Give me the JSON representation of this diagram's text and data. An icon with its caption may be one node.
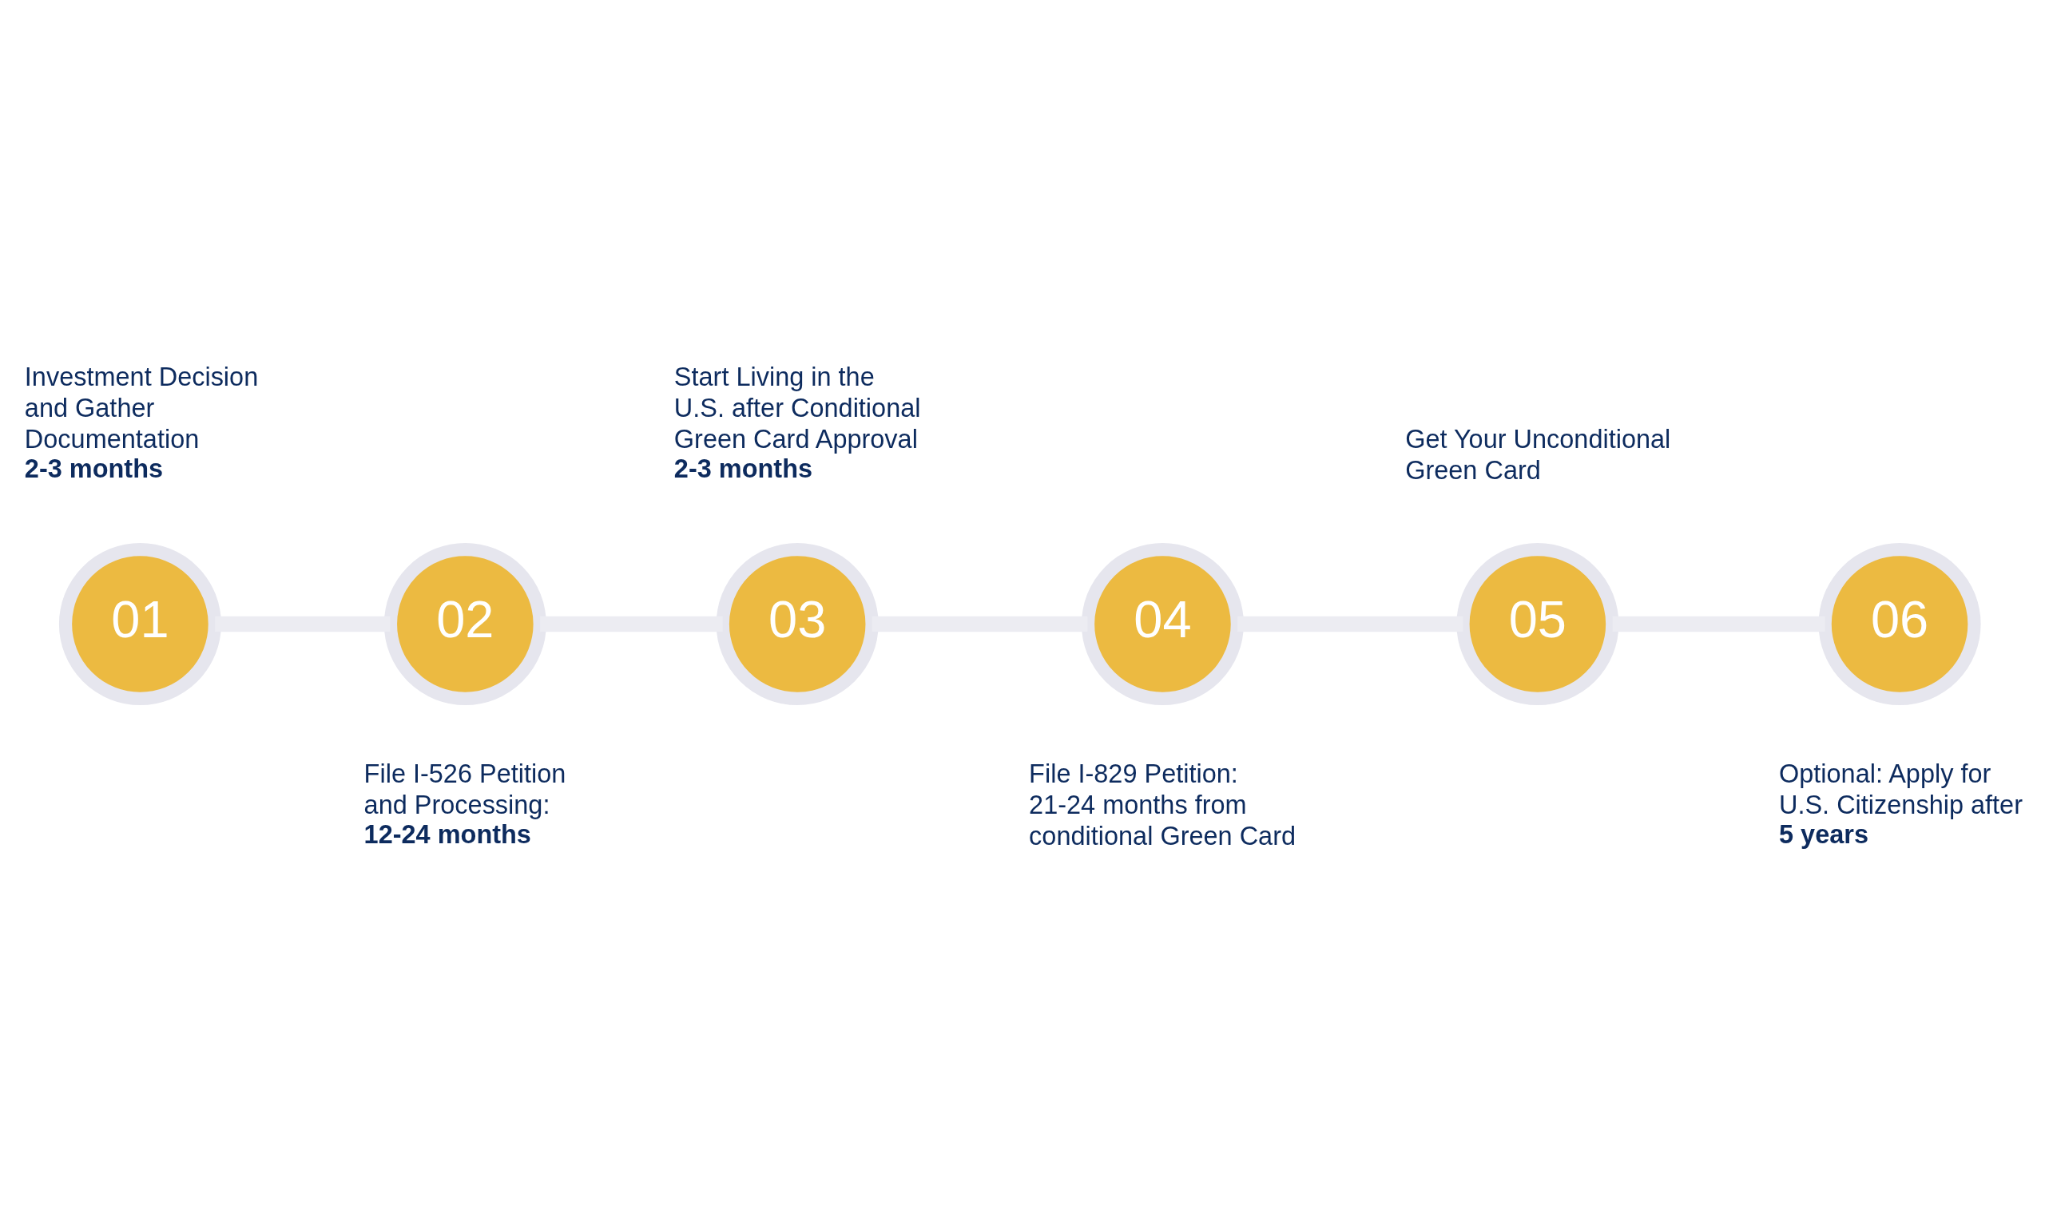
{
  "diagram": {
    "nodes": [
      {
        "text": [
          "01"
        ],
        "beside": [
          "Investment Decision and Gather Documentation",
          "**2-3 months**"
        ]
      },
      {
        "text": [
          "02"
        ],
        "beside": [
          "File I-526 Petition and Processing:",
          "**12-24 months**"
        ]
      },
      {
        "text": [
          "03"
        ],
        "beside": [
          "Start Living in the U.S. after Conditional Green Card Approval",
          "**2-3 months**"
        ]
      },
      {
        "text": [
          "04"
        ],
        "beside": [
          "File I-829 Petition:",
          "21-24 months from conditional Green Card"
        ]
      },
      {
        "text": [
          "05"
        ],
        "beside": [
          "Get Your Unconditional Green Card"
        ]
      },
      {
        "text": [
          "06"
        ],
        "beside": [
          "Optional: Apply for U.S. Citizenship after",
          "**5 years**"
        ]
      }
    ],
    "edges": [
      {
        "from": 0,
        "to": 1,
        "arrow": "none"
      },
      {
        "from": 1,
        "to": 2,
        "arrow": "none"
      },
      {
        "from": 2,
        "to": 3,
        "arrow": "none"
      },
      {
        "from": 3,
        "to": 4,
        "arrow": "none"
      },
      {
        "from": 4,
        "to": 5,
        "arrow": "none"
      }
    ]
  }
}
